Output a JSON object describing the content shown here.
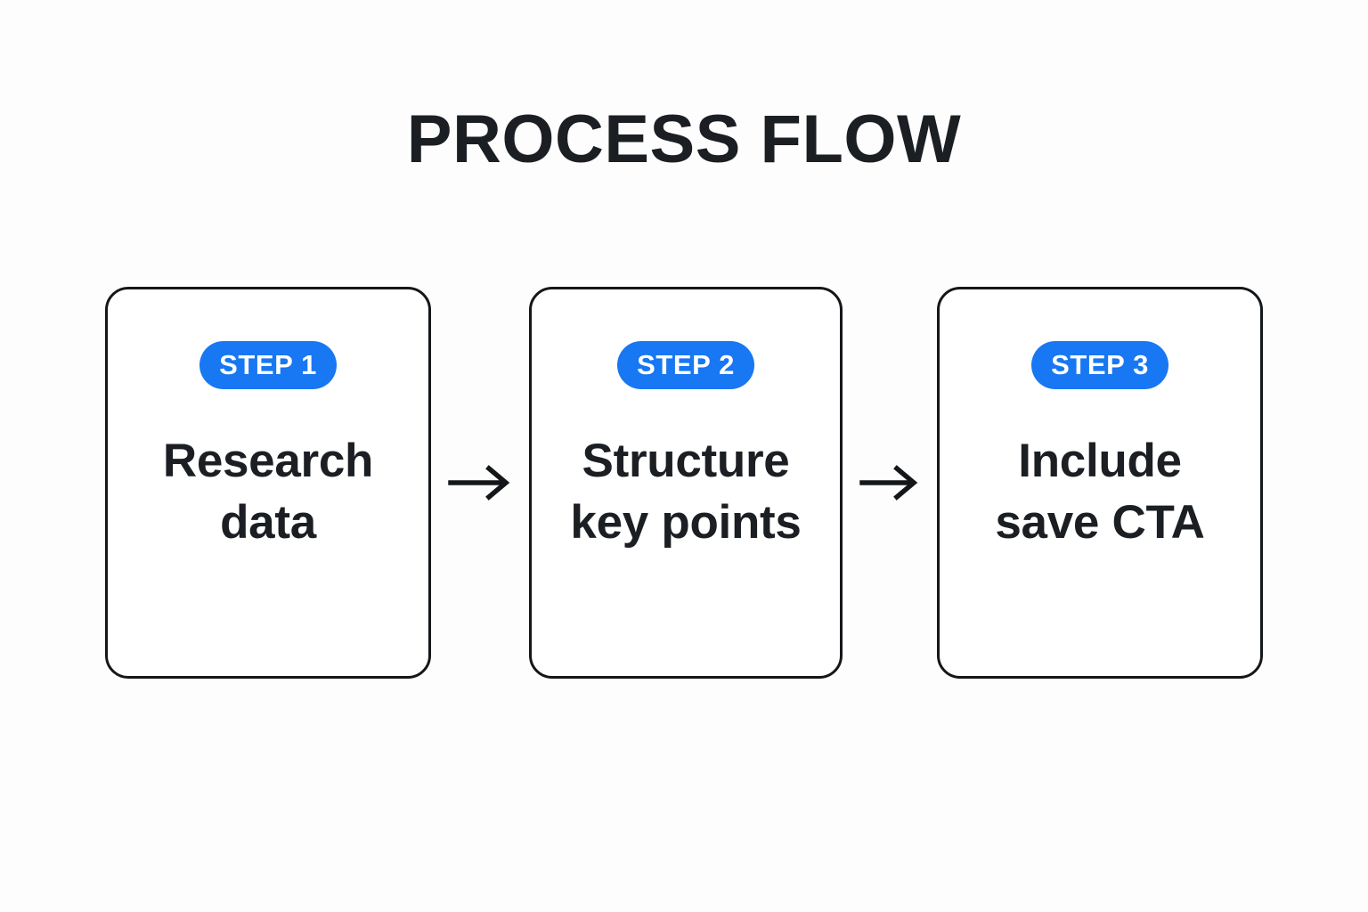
{
  "page": {
    "title": "PROCESS FLOW",
    "background_color": "#fdfdfd"
  },
  "theme": {
    "accent_color": "#1877f2",
    "text_color": "#1b1f23",
    "card_border_color": "#14171a",
    "card_fill_color": "#ffffff",
    "badge_text_color": "#ffffff",
    "arrow_color": "#14171a"
  },
  "flow": {
    "steps": [
      {
        "badge": "STEP 1",
        "text": "Research\ndata",
        "line1": "Research",
        "line2": "data"
      },
      {
        "badge": "STEP 2",
        "text": "Structure\nkey points",
        "line1": "Structure",
        "line2": "key points"
      },
      {
        "badge": "STEP 3",
        "text": "Include\nsave CTA",
        "line1": "Include",
        "line2": "save CTA"
      }
    ],
    "connectors": [
      {
        "icon": "arrow-right-icon",
        "direction": "right"
      },
      {
        "icon": "arrow-right-icon",
        "direction": "right"
      }
    ]
  }
}
